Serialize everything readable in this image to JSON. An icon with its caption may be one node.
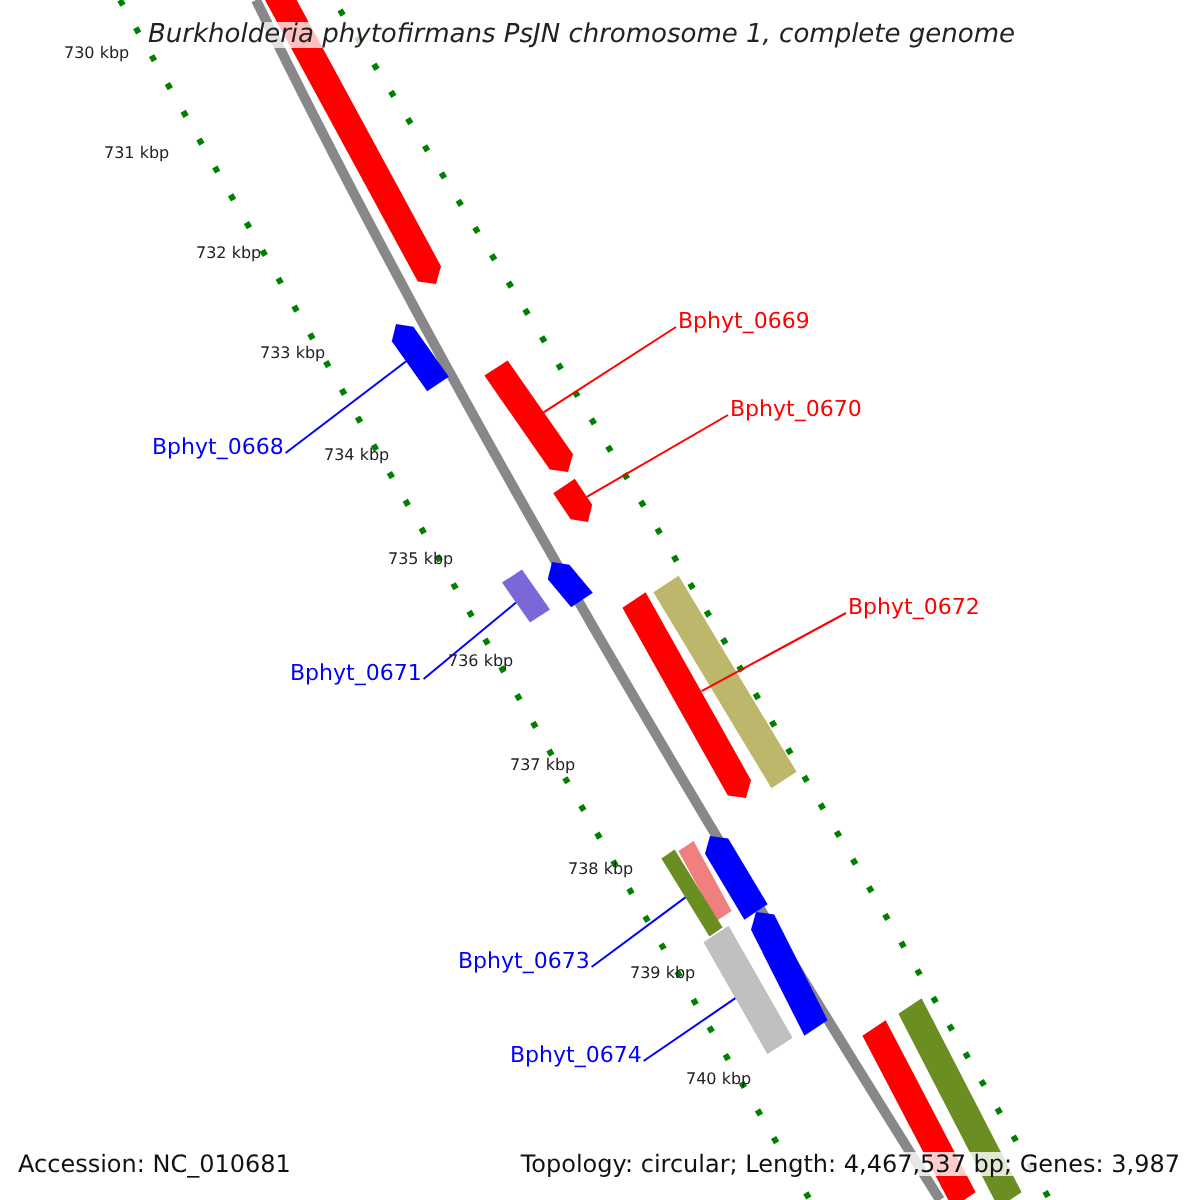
{
  "diagram": {
    "title": "Burkholderia phytofirmans PsJN chromosome 1, complete genome",
    "nodes": [
      {
        "text": [
          "Bphyt_0669"
        ]
      },
      {
        "text": [
          "Bphyt_0670"
        ]
      },
      {
        "text": [
          "Bphyt_0668"
        ]
      },
      {
        "text": [
          "Bphyt_0672"
        ]
      },
      {
        "text": [
          "Bphyt_0671"
        ]
      },
      {
        "text": [
          "Bphyt_0673"
        ]
      },
      {
        "text": [
          "Bphyt_0674"
        ]
      },
      {
        "text": [],
        "shape": "arrow"
      },
      {
        "text": [],
        "shape": "arrow"
      },
      {
        "text": [],
        "shape": "arrow"
      },
      {
        "text": [],
        "shape": "arrow"
      },
      {
        "text": [],
        "shape": "arrow"
      },
      {
        "text": [],
        "shape": "bar"
      },
      {
        "text": [],
        "shape": "bar"
      },
      {
        "text": [],
        "shape": "arrow"
      },
      {
        "text": [],
        "shape": "arrow"
      },
      {
        "text": [],
        "shape": "bar"
      },
      {
        "text": [],
        "shape": "bar"
      },
      {
        "text": [],
        "shape": "arrow"
      },
      {
        "text": [],
        "shape": "bar"
      },
      {
        "text": [],
        "shape": "bar"
      },
      {
        "text": [],
        "shape": "bar"
      }
    ],
    "edges": [
      {
        "from": 0,
        "to": 9,
        "arrow": "none",
        "color": "#ff0000"
      },
      {
        "from": 1,
        "to": 10,
        "arrow": "none",
        "color": "#ff0000"
      },
      {
        "from": 2,
        "to": 8,
        "arrow": "none",
        "color": "#0000ff"
      },
      {
        "from": 3,
        "to": 14,
        "arrow": "none",
        "color": "#ff0000"
      },
      {
        "from": 4,
        "to": 12,
        "arrow": "none",
        "color": "#0000ff"
      },
      {
        "from": 5,
        "to": 17,
        "arrow": "none",
        "color": "#0000ff"
      },
      {
        "from": 6,
        "to": 19,
        "arrow": "none",
        "color": "#0000ff"
      }
    ],
    "labels": [
      "730 kbp",
      "731 kbp",
      "732 kbp",
      "733 kbp",
      "734 kbp",
      "735 kbp",
      "736 kbp",
      "737 kbp",
      "738 kbp",
      "739 kbp",
      "740 kbp",
      "Accession: NC_010681",
      "Topology: circular; Length: 4,467,537 bp; Genes: 3,987"
    ]
  }
}
